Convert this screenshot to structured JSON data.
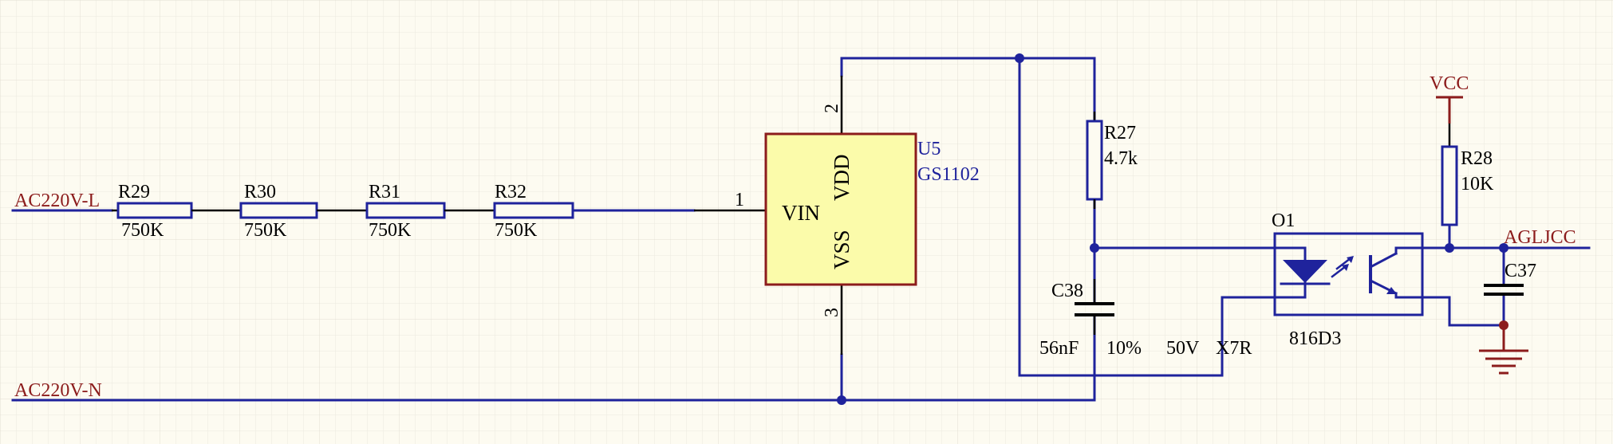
{
  "nets": {
    "ac_l": "AC220V-L",
    "ac_n": "AC220V-N",
    "vcc": "VCC",
    "agljcc": "AGLJCC"
  },
  "resistors": {
    "r29": {
      "ref": "R29",
      "value": "750K"
    },
    "r30": {
      "ref": "R30",
      "value": "750K"
    },
    "r31": {
      "ref": "R31",
      "value": "750K"
    },
    "r32": {
      "ref": "R32",
      "value": "750K"
    },
    "r27": {
      "ref": "R27",
      "value": "4.7k"
    },
    "r28": {
      "ref": "R28",
      "value": "10K"
    }
  },
  "ic": {
    "ref": "U5",
    "part": "GS1102",
    "pins": {
      "vin": "VIN",
      "vdd": "VDD",
      "vss": "VSS",
      "p1": "1",
      "p2": "2",
      "p3": "3"
    }
  },
  "capacitors": {
    "c38": {
      "ref": "C38",
      "value": "56nF",
      "tolerance": "10%",
      "voltage": "50V",
      "dielectric": "X7R"
    },
    "c37": {
      "ref": "C37"
    }
  },
  "optocoupler": {
    "ref": "O1",
    "part": "816D3"
  },
  "colors": {
    "wire": "#1f239c",
    "net_label": "#8c1c1c",
    "ic_fill": "#fbfbaa",
    "background": "#fdfbf1"
  }
}
